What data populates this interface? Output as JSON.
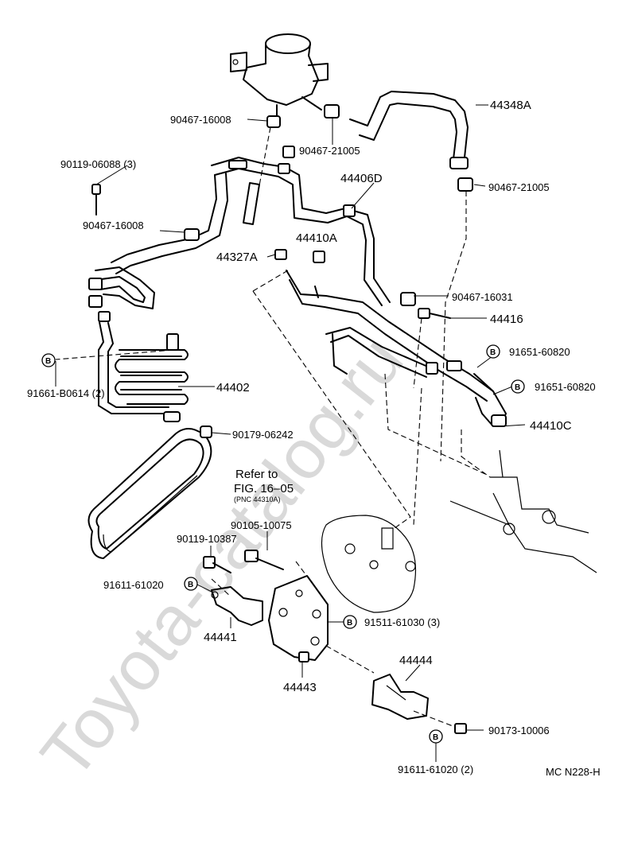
{
  "watermark": "Toyota-catalog.ru",
  "diagram_code": "MC N228-H",
  "bolt_symbol": "B",
  "refer_note": {
    "line1": "Refer to",
    "line2": "FIG. 16–05",
    "line3": "(PNC 44310A)"
  },
  "labels": {
    "p90467_16008_top": "90467-16008",
    "p90467_21005_mid": "90467-21005",
    "p44348A": "44348A",
    "p90119_06088": "90119-06088 (3)",
    "p44406D": "44406D",
    "p90467_21005_right": "90467-21005",
    "p90467_16008_left": "90467-16008",
    "p44410A": "44410A",
    "p44327A": "44327A",
    "p90467_16031": "90467-16031",
    "p44416": "44416",
    "p91651_60820_a": "91651-60820",
    "p91661_B0614": "91661-B0614 (2)",
    "p91651_60820_b": "91651-60820",
    "p44402": "44402",
    "p44410C": "44410C",
    "p90179_06242": "90179-06242",
    "p90119_10387": "90119-10387",
    "p90105_10075": "90105-10075",
    "p91611_61020_a": "91611-61020",
    "p91511_61030": "91511-61030 (3)",
    "p44441": "44441",
    "p44444": "44444",
    "p44443": "44443",
    "p90173_10006": "90173-10006",
    "p91611_61020_b": "91611-61020 (2)"
  }
}
